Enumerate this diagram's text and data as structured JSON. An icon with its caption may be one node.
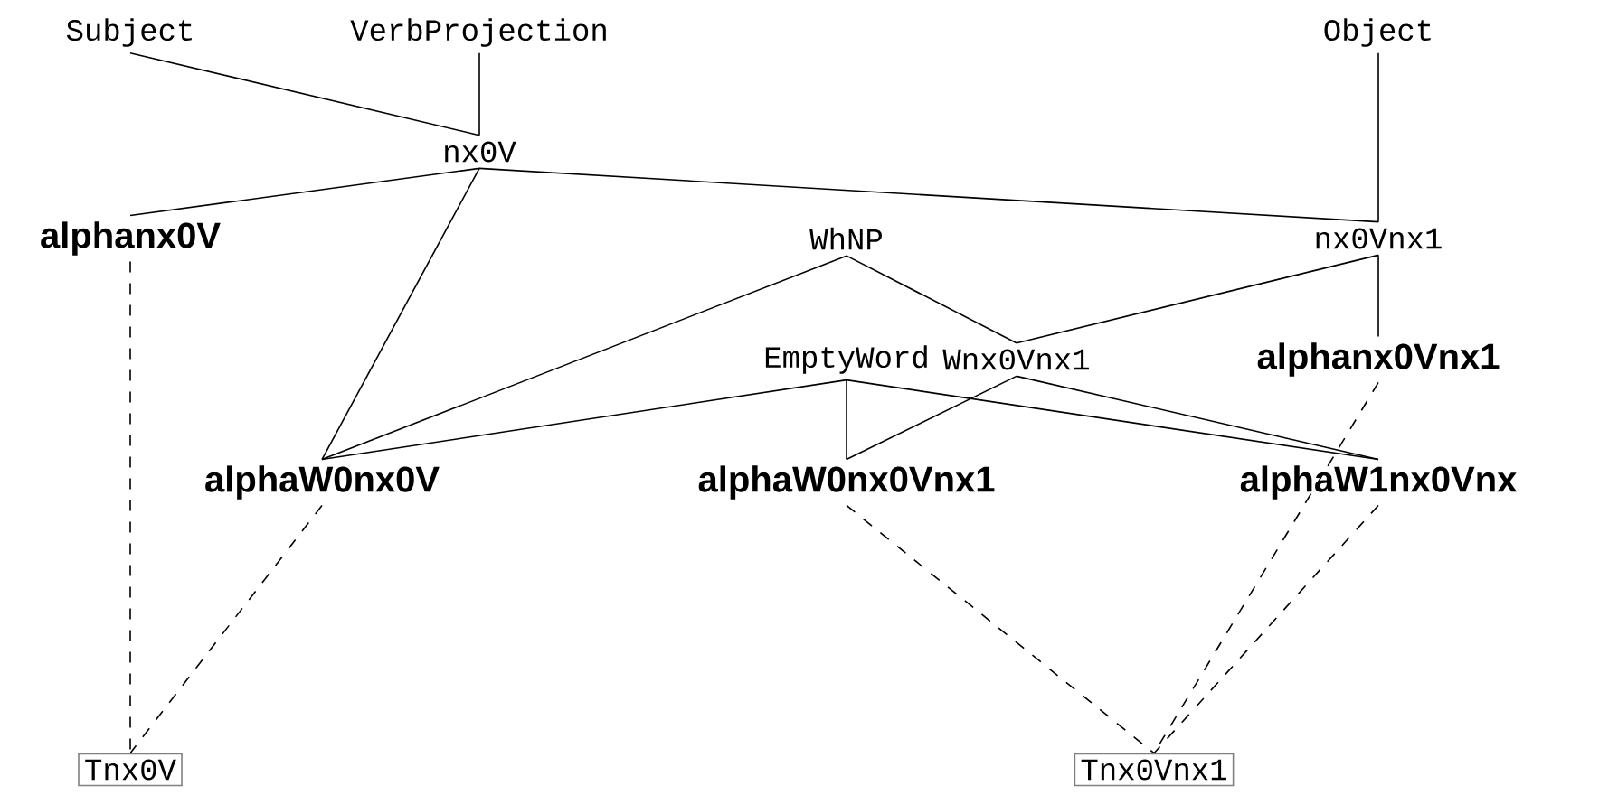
{
  "diagram": {
    "nodes": [
      {
        "text": [
          "Subject"
        ]
      },
      {
        "text": [
          "VerbProjection"
        ]
      },
      {
        "text": [
          "Object"
        ]
      },
      {
        "text": [
          "nx0V"
        ]
      },
      {
        "text": [
          "alphanx0V"
        ]
      },
      {
        "text": [
          "WhNP"
        ]
      },
      {
        "text": [
          "nx0Vnx1"
        ]
      },
      {
        "text": [
          "EmptyWord"
        ]
      },
      {
        "text": [
          "Wnx0Vnx1"
        ]
      },
      {
        "text": [
          "alphanx0Vnx1"
        ]
      },
      {
        "text": [
          "alphaW0nx0V"
        ]
      },
      {
        "text": [
          "alphaW0nx0Vnx1"
        ]
      },
      {
        "text": [
          "alphaW1nx0Vnx"
        ]
      },
      {
        "text": [
          "Tnx0V"
        ]
      },
      {
        "text": [
          "Tnx0Vnx1"
        ]
      }
    ],
    "edges": [
      {
        "from": 0,
        "to": 3,
        "arrow": "none"
      },
      {
        "from": 1,
        "to": 3,
        "arrow": "none"
      },
      {
        "from": 2,
        "to": 6,
        "arrow": "none"
      },
      {
        "from": 3,
        "to": 4,
        "arrow": "none"
      },
      {
        "from": 3,
        "to": 6,
        "arrow": "none"
      },
      {
        "from": 3,
        "to": 10,
        "arrow": "none"
      },
      {
        "from": 5,
        "to": 10,
        "arrow": "none"
      },
      {
        "from": 5,
        "to": 8,
        "arrow": "none"
      },
      {
        "from": 6,
        "to": 8,
        "arrow": "none"
      },
      {
        "from": 6,
        "to": 9,
        "arrow": "none"
      },
      {
        "from": 7,
        "to": 10,
        "arrow": "none"
      },
      {
        "from": 7,
        "to": 11,
        "arrow": "none"
      },
      {
        "from": 7,
        "to": 12,
        "arrow": "none"
      },
      {
        "from": 8,
        "to": 11,
        "arrow": "none"
      },
      {
        "from": 8,
        "to": 12,
        "arrow": "none"
      },
      {
        "from": 4,
        "to": 13,
        "arrow": "none",
        "style": "dashed"
      },
      {
        "from": 10,
        "to": 13,
        "arrow": "none",
        "style": "dashed"
      },
      {
        "from": 11,
        "to": 14,
        "arrow": "none",
        "style": "dashed"
      },
      {
        "from": 9,
        "to": 14,
        "arrow": "none",
        "style": "dashed"
      },
      {
        "from": 12,
        "to": 14,
        "arrow": "none",
        "style": "dashed"
      }
    ]
  }
}
